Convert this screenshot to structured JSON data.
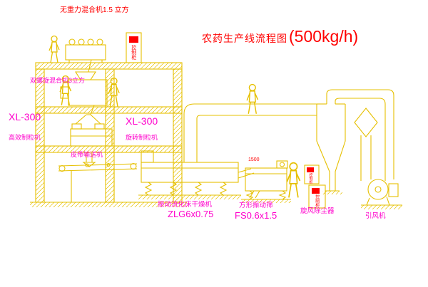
{
  "title": {
    "main": "农药生产线流程图",
    "capacity": "(500kg/h)"
  },
  "labels": {
    "top_mixer": "无重力混合机1.5 立方",
    "screw_mixer": "双螺旋混合机3立方",
    "granulator_left": {
      "model": "XL-300",
      "name": "高效制粒机"
    },
    "granulator_mid": {
      "model": "XL-300",
      "name": "旋转制粒机"
    },
    "belt_conveyor": "皮带输送机",
    "dryer": {
      "name": "振动流化床干燥机",
      "model": "ZLG6x0.75"
    },
    "sieve": {
      "name": "方形振动筛",
      "model": "FS0.6x1.5",
      "dimension": "1500"
    },
    "cyclone": "旋风除尘器",
    "fan": "引风机",
    "cabinet": "控制柜"
  },
  "colors": {
    "line": "#e6c000",
    "red": "#ff0000",
    "magenta": "#ff00cc",
    "bg": "#ffffff"
  }
}
